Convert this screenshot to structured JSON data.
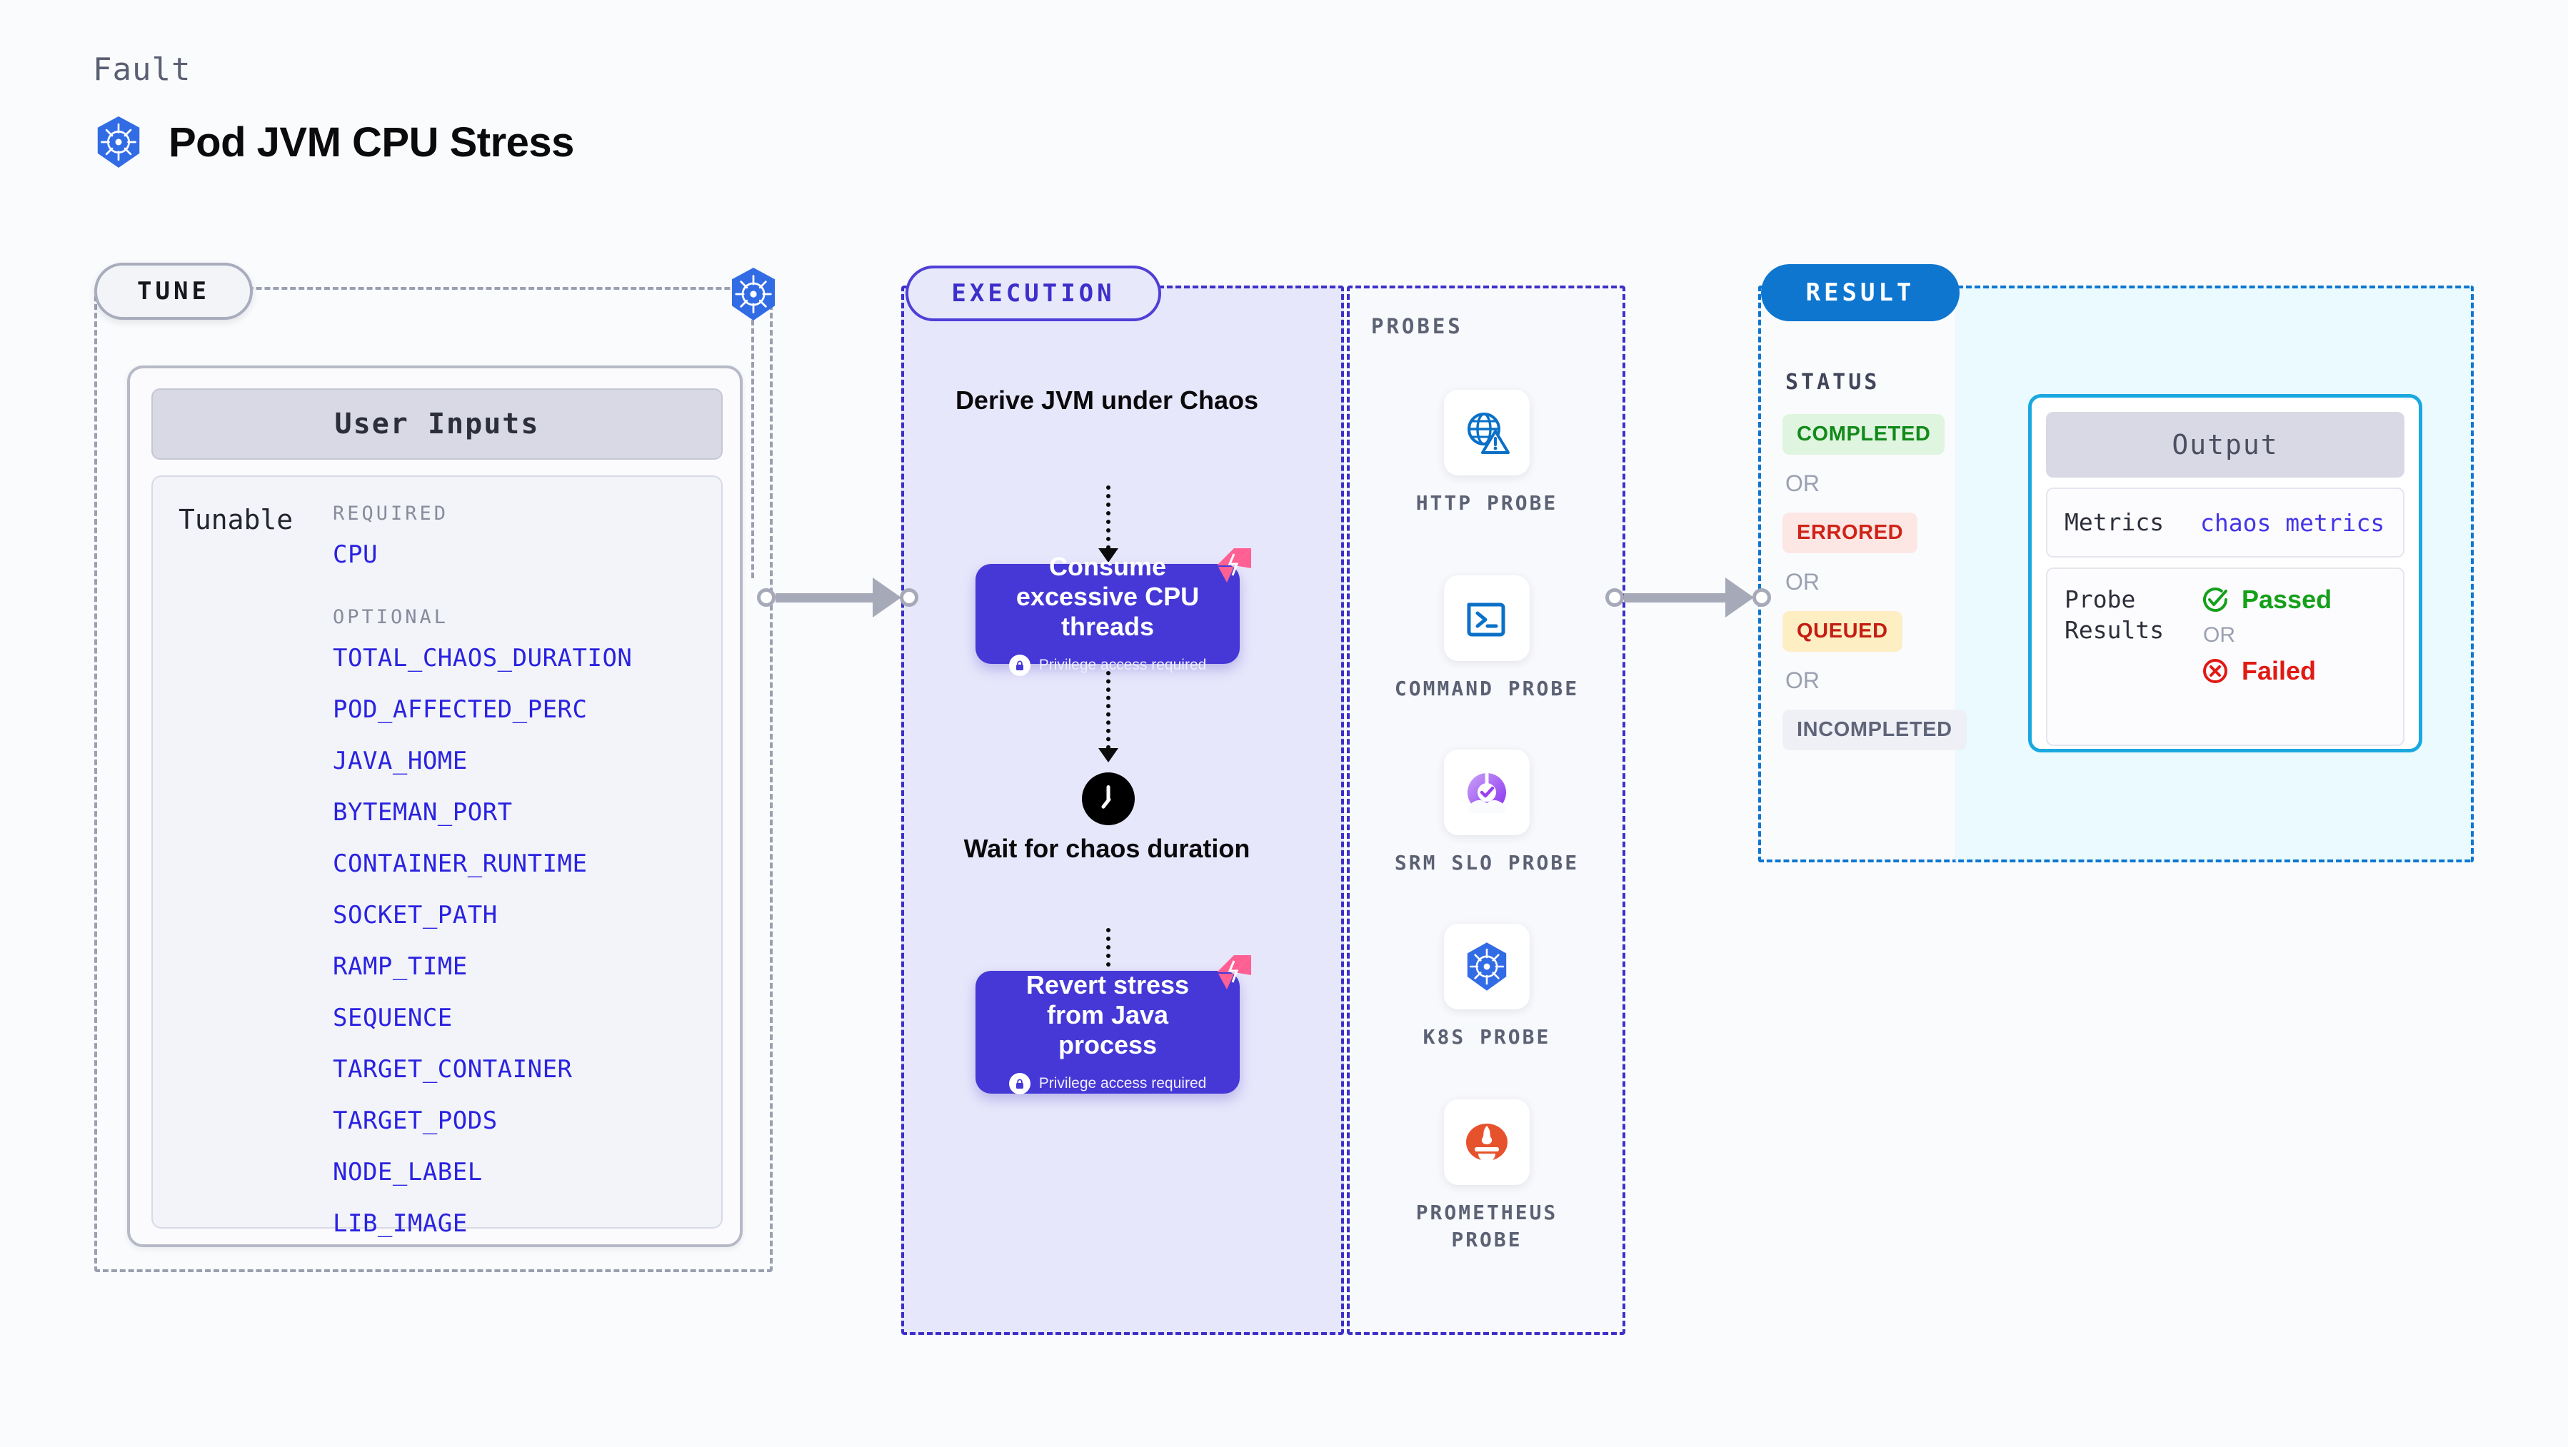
{
  "header": {
    "kicker": "Fault",
    "title": "Pod JVM CPU Stress",
    "icon": "kubernetes-icon"
  },
  "tune": {
    "pill_label": "TUNE",
    "lane_icon": "kubernetes-icon",
    "user_inputs_title": "User Inputs",
    "tunable_label": "Tunable",
    "groups": [
      {
        "heading": "REQUIRED",
        "items": [
          "CPU"
        ]
      },
      {
        "heading": "OPTIONAL",
        "items": [
          "TOTAL_CHAOS_DURATION",
          "POD_AFFECTED_PERC",
          "JAVA_HOME",
          "BYTEMAN_PORT",
          "CONTAINER_RUNTIME",
          "SOCKET_PATH",
          "RAMP_TIME",
          "SEQUENCE",
          "TARGET_CONTAINER",
          "TARGET_PODS",
          "NODE_LABEL",
          "LIB_IMAGE"
        ]
      }
    ]
  },
  "execution": {
    "pill_label": "EXECUTION",
    "step1_label": "Derive JVM under Chaos",
    "card1_title": "Consume excessive CPU threads",
    "card1_privilege": "Privilege access required",
    "step2_label": "Wait for chaos duration",
    "step2_icon": "clock-icon",
    "card2_title": "Revert stress from Java process",
    "card2_privilege": "Privilege access required",
    "badge_icon": "litmus-chaos-flag-icon",
    "lock_icon": "lock-icon"
  },
  "probes": {
    "section_title": "PROBES",
    "items": [
      {
        "label": "HTTP PROBE",
        "icon": "globe-warning-icon"
      },
      {
        "label": "COMMAND PROBE",
        "icon": "terminal-icon"
      },
      {
        "label": "SRM SLO PROBE",
        "icon": "srm-slo-donut-check-icon"
      },
      {
        "label": "K8S PROBE",
        "icon": "kubernetes-icon"
      },
      {
        "label": "PROMETHEUS PROBE",
        "icon": "prometheus-icon"
      }
    ]
  },
  "result": {
    "pill_label": "RESULT",
    "status_title": "STATUS",
    "or_label": "OR",
    "statuses": [
      {
        "label": "COMPLETED",
        "class": "badge-completed",
        "color": "#128a1a",
        "bg": "#dff5e0"
      },
      {
        "label": "ERRORED",
        "class": "badge-errored",
        "color": "#cf2418",
        "bg": "#fde7e5"
      },
      {
        "label": "QUEUED",
        "class": "badge-queued",
        "color": "#c41d12",
        "bg": "#fdeec3"
      },
      {
        "label": "INCOMPLETED",
        "class": "badge-incompleted",
        "color": "#5f6479",
        "bg": "#eff0f5"
      }
    ],
    "output": {
      "title": "Output",
      "metrics_key": "Metrics",
      "metrics_value": "chaos metrics",
      "probe_results_key": "Probe Results",
      "passed_label": "Passed",
      "failed_label": "Failed",
      "passed_icon": "check-circle-icon",
      "failed_icon": "x-circle-icon",
      "or_label": "OR"
    }
  },
  "colors": {
    "accent_purple": "#4538d6",
    "accent_blue": "#0e76cf",
    "output_border": "#19a8e0",
    "tunable_link": "#2a22e0",
    "flag_pink": "#ff6094",
    "k8s_blue": "#326ce5"
  }
}
